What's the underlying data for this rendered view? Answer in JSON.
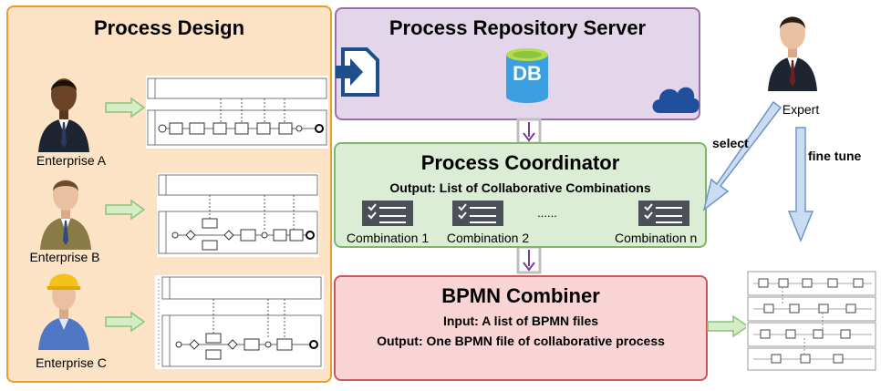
{
  "process_design": {
    "title": "Process Design",
    "enterprises": [
      "Enterprise A",
      "Enterprise B",
      "Enterprise C"
    ]
  },
  "repository": {
    "title": "Process Repository Server",
    "db_label": "DB"
  },
  "coordinator": {
    "title": "Process Coordinator",
    "output": "Output:  List of Collaborative Combinations",
    "combinations": [
      "Combination 1",
      "Combination 2",
      "Combination n"
    ],
    "ellipsis": "......"
  },
  "combiner": {
    "title": "BPMN Combiner",
    "input": "Input:  A list of BPMN files",
    "output": "Output:  One BPMN file of collaborative process"
  },
  "expert": {
    "label": "Expert",
    "select": "select",
    "fine_tune": "fine tune"
  },
  "colors": {
    "design_bg": "#fde3c6",
    "design_border": "#e69e2c",
    "repo_bg": "#e3d6ea",
    "repo_border": "#9a6fb0",
    "coord_bg": "#dbeed5",
    "coord_border": "#80b56a",
    "combiner_bg": "#f8d4d4",
    "combiner_border": "#c8585a"
  }
}
